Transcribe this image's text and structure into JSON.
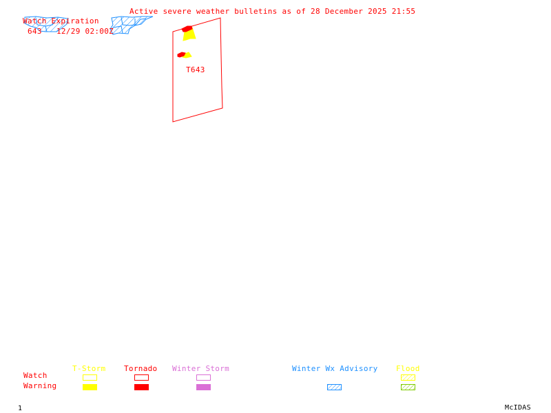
{
  "header": {
    "title": "Active severe weather bulletins as of 28 December 2025 21:55",
    "watch_expiration_label": "Watch Expiration",
    "watch_expirations": [
      {
        "watch": "643",
        "expires": "12/29 02:00Z"
      }
    ]
  },
  "map": {
    "watch_polygons": [
      {
        "id": "T643",
        "label": "T643",
        "type": "Tornado Watch"
      }
    ],
    "warnings": [
      {
        "type": "Tornado Warning"
      },
      {
        "type": "T-Storm Warning"
      }
    ],
    "advisory_areas": [
      {
        "type": "Winter Wx Advisory"
      }
    ]
  },
  "legend": {
    "row_labels": [
      "Watch",
      "Warning"
    ],
    "categories": [
      {
        "name": "T-Storm",
        "color": "#ffff00",
        "watch": "outline",
        "warning": "filled"
      },
      {
        "name": "Tornado",
        "color": "#ff0000",
        "watch": "outline",
        "warning": "filled"
      },
      {
        "name": "Winter Storm",
        "color": "#da70d6",
        "watch": "outline",
        "warning": "filled"
      },
      {
        "name": "Winter Wx Advisory",
        "color": "#1e90ff",
        "watch": "none",
        "warning": "hatched"
      },
      {
        "name": "Flood",
        "color": "#ffff00",
        "watch": "hatched",
        "warning": "hatched",
        "warning_color": "#7fcc00"
      }
    ]
  },
  "footer": {
    "frame_number": "1",
    "software": "McIDAS"
  },
  "colors": {
    "text_red": "#ff0000",
    "advisory_blue": "#1e90ff",
    "tstorm_yellow": "#ffff00",
    "winter_storm": "#da70d6",
    "flood_warning": "#7fcc00"
  }
}
